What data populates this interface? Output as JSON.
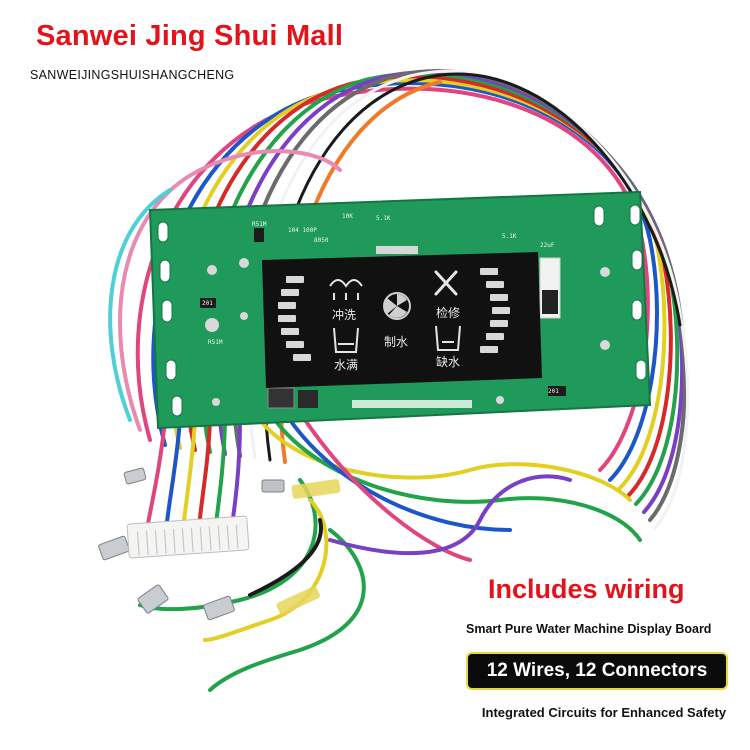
{
  "header": {
    "store_name": "Sanwei Jing Shui Mall",
    "store_pinyin": "SANWEIJINGSHUISHANGCHENG"
  },
  "product": {
    "display_labels": {
      "flush": "冲洗",
      "repair": "检修",
      "water_production": "制水",
      "water_full": "水满",
      "water_shortage": "缺水"
    }
  },
  "promo": {
    "heading": "Includes wiring",
    "board_caption": "Smart Pure Water Machine Display Board",
    "wires_badge": "12 Wires, 12 Connectors",
    "feature_caption": "Integrated Circuits for Enhanced Safety"
  },
  "colors": {
    "accent_red": "#e3121b",
    "pcb_green": "#1f9a5a",
    "lcd_black": "#111111",
    "badge_border": "#e8d93a"
  }
}
